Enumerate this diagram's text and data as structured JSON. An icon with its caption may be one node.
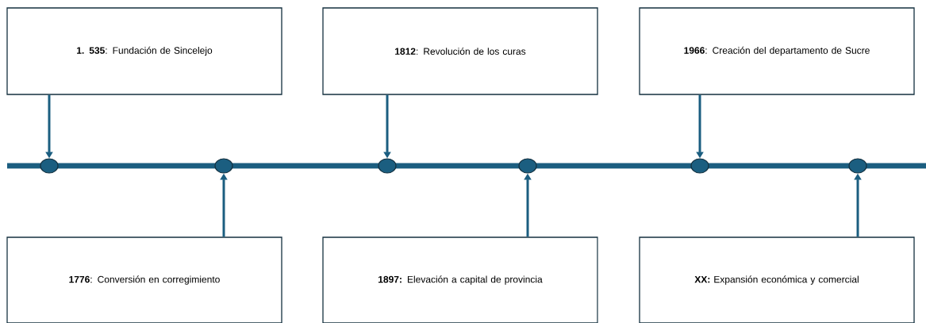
{
  "diagram": {
    "nodes": [
      {
        "text": [
          "**1. 535**: Fundación de Sincelejo"
        ]
      },
      {
        "text": [
          "**1812**: Revolución de los curas"
        ]
      },
      {
        "text": [
          "**1966**: Creación del departamento de Sucre"
        ]
      },
      {
        "text": [
          "**1776**: Conversión en corregimiento"
        ]
      },
      {
        "text": [
          "**1897:** Elevación a capital de provincia"
        ]
      },
      {
        "text": [
          "**XX:** Expansión económica y comercial"
        ]
      },
      {
        "text": [],
        "shape": "circle"
      },
      {
        "text": [],
        "shape": "circle"
      },
      {
        "text": [],
        "shape": "circle"
      },
      {
        "text": [],
        "shape": "circle"
      },
      {
        "text": [],
        "shape": "circle"
      },
      {
        "text": [],
        "shape": "circle"
      }
    ],
    "edges": [
      {
        "from": 0,
        "to": 6,
        "arrow": "to"
      },
      {
        "from": 3,
        "to": 7,
        "arrow": "to"
      },
      {
        "from": 1,
        "to": 8,
        "arrow": "to"
      },
      {
        "from": 4,
        "to": 9,
        "arrow": "to"
      },
      {
        "from": 2,
        "to": 10,
        "arrow": "to"
      },
      {
        "from": 5,
        "to": 11,
        "arrow": "to"
      }
    ]
  }
}
